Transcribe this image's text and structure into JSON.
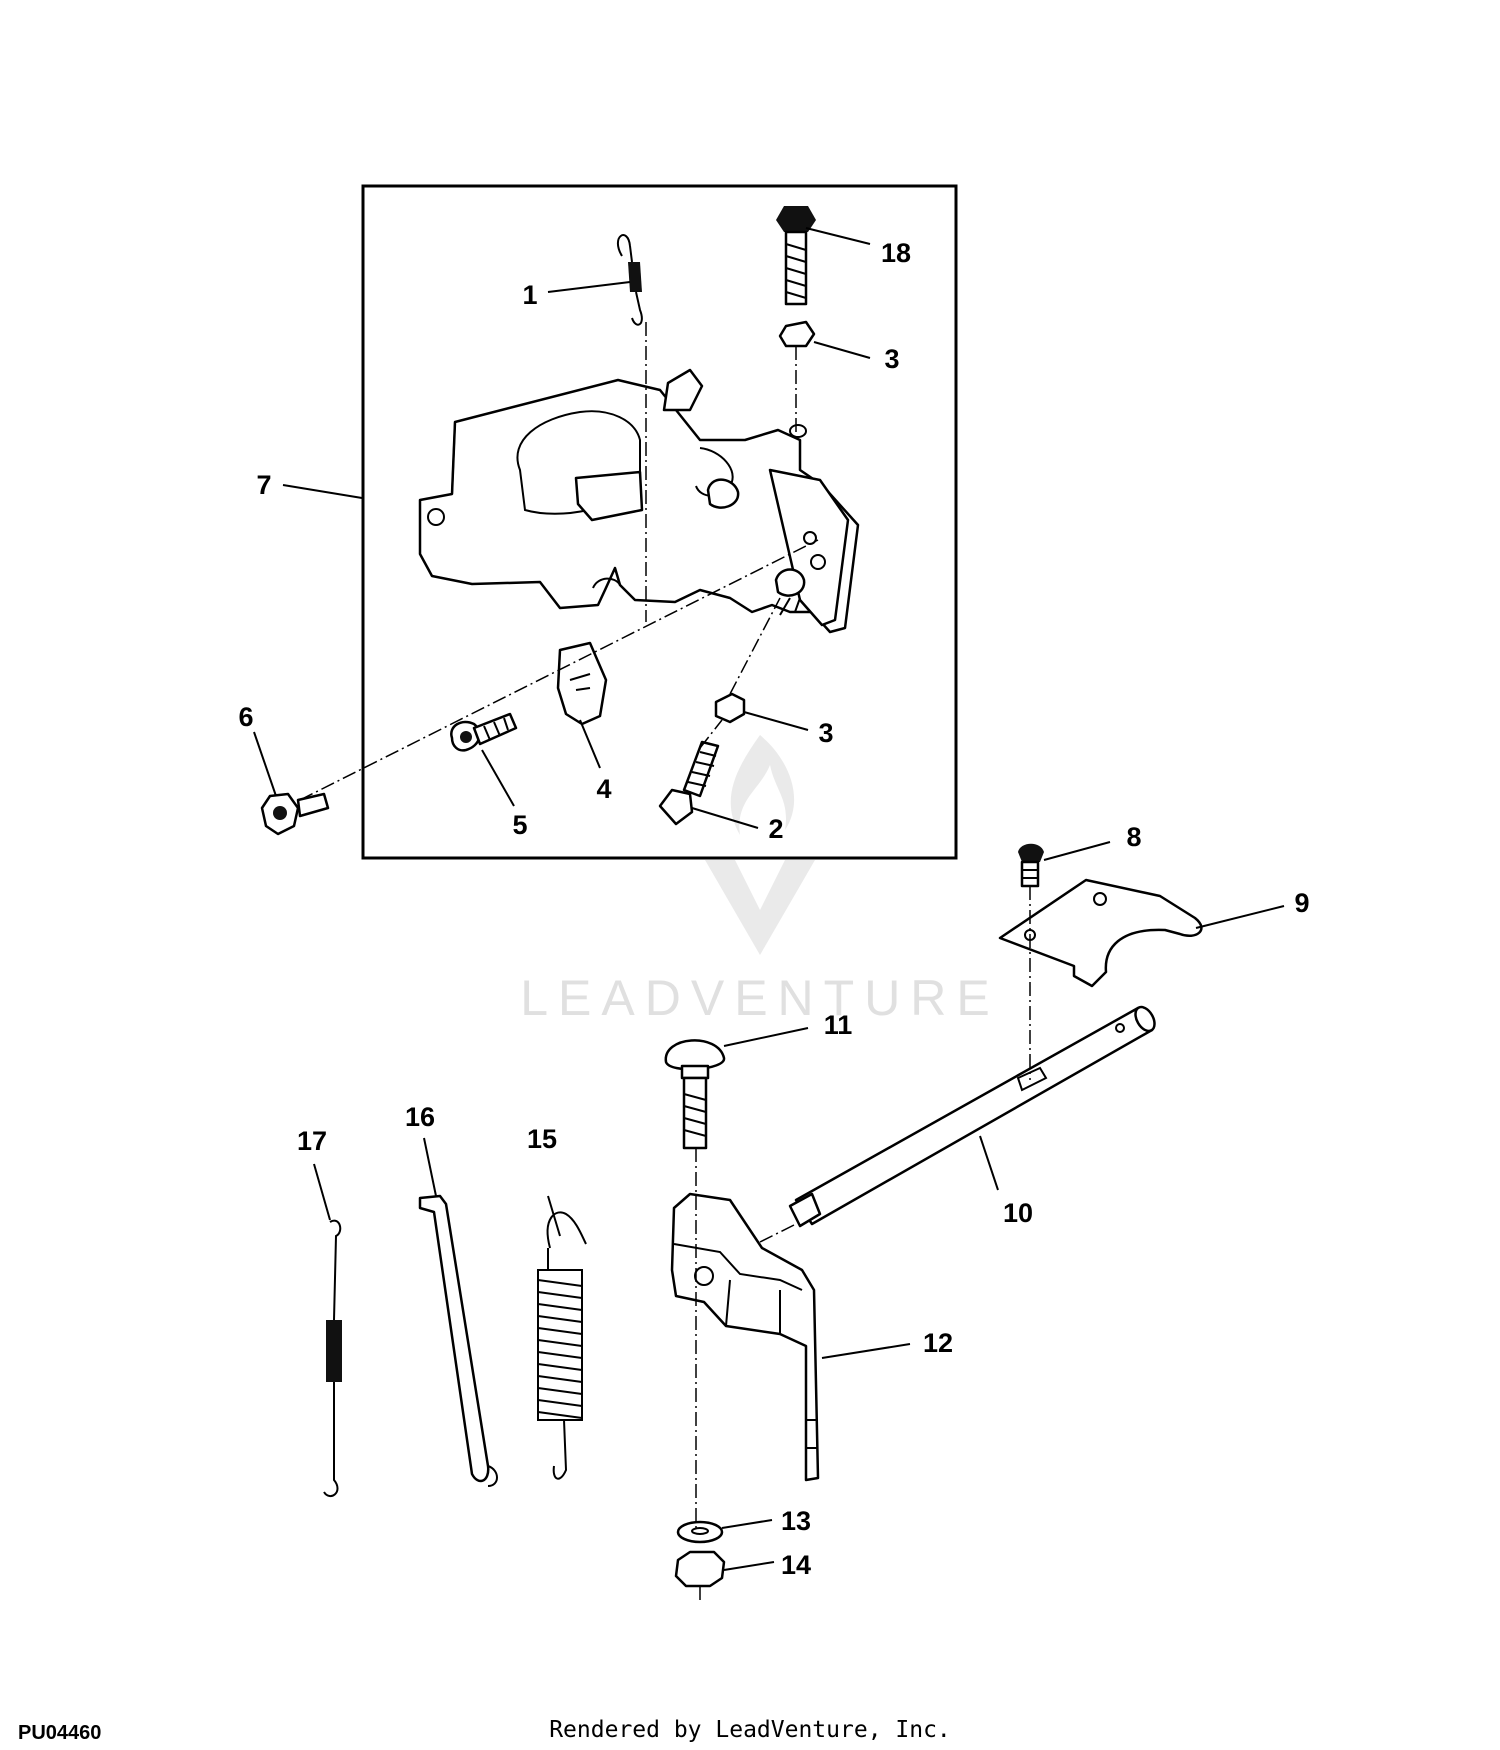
{
  "diagram": {
    "callouts": [
      "1",
      "2",
      "3",
      "3",
      "4",
      "5",
      "6",
      "7",
      "8",
      "9",
      "10",
      "11",
      "12",
      "13",
      "14",
      "15",
      "16",
      "17",
      "18"
    ],
    "watermark": "LEADVENTURE"
  },
  "footer": {
    "code": "PU04460",
    "rendered_by": "Rendered by LeadVenture, Inc."
  }
}
